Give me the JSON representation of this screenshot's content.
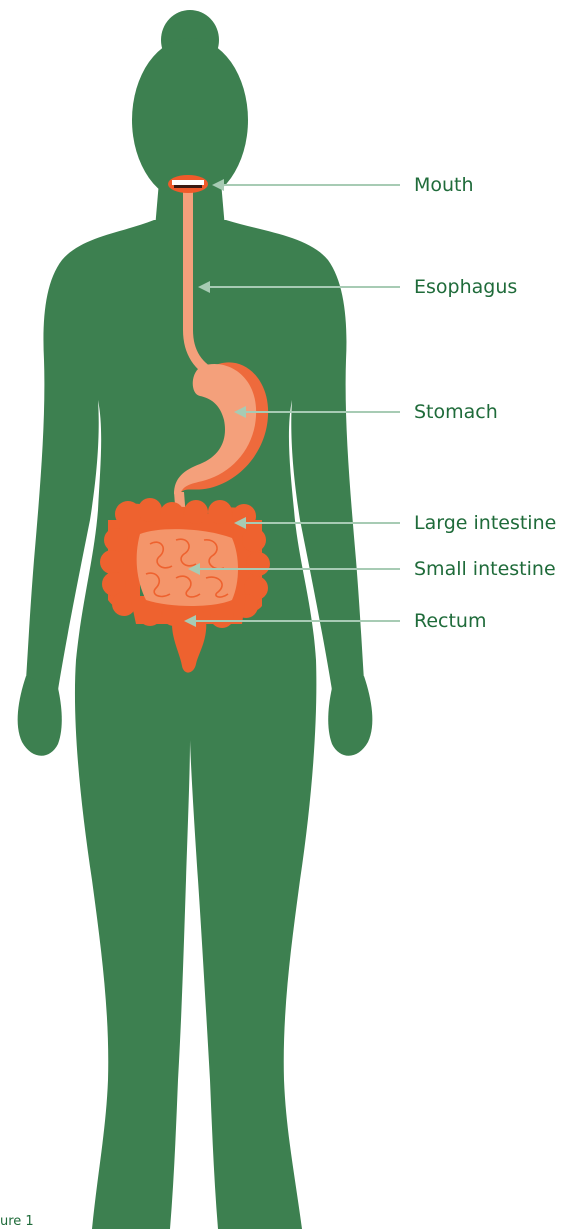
{
  "colors": {
    "body": "#3d8050",
    "text": "#1f6b3a",
    "pointer": "#a7cbb4",
    "esophagus": "#f4a07b",
    "stomach": "#f4a07b",
    "stomach_shadow": "#ee6a3c",
    "intestine": "#ee622f",
    "small_intestine": "#f4956a",
    "lips": "#f05a2a"
  },
  "labels": {
    "mouth": "Mouth",
    "esophagus": "Esophagus",
    "stomach": "Stomach",
    "large_intestine": "Large intestine",
    "small_intestine": "Small intestine",
    "rectum": "Rectum"
  },
  "caption": "ure 1"
}
